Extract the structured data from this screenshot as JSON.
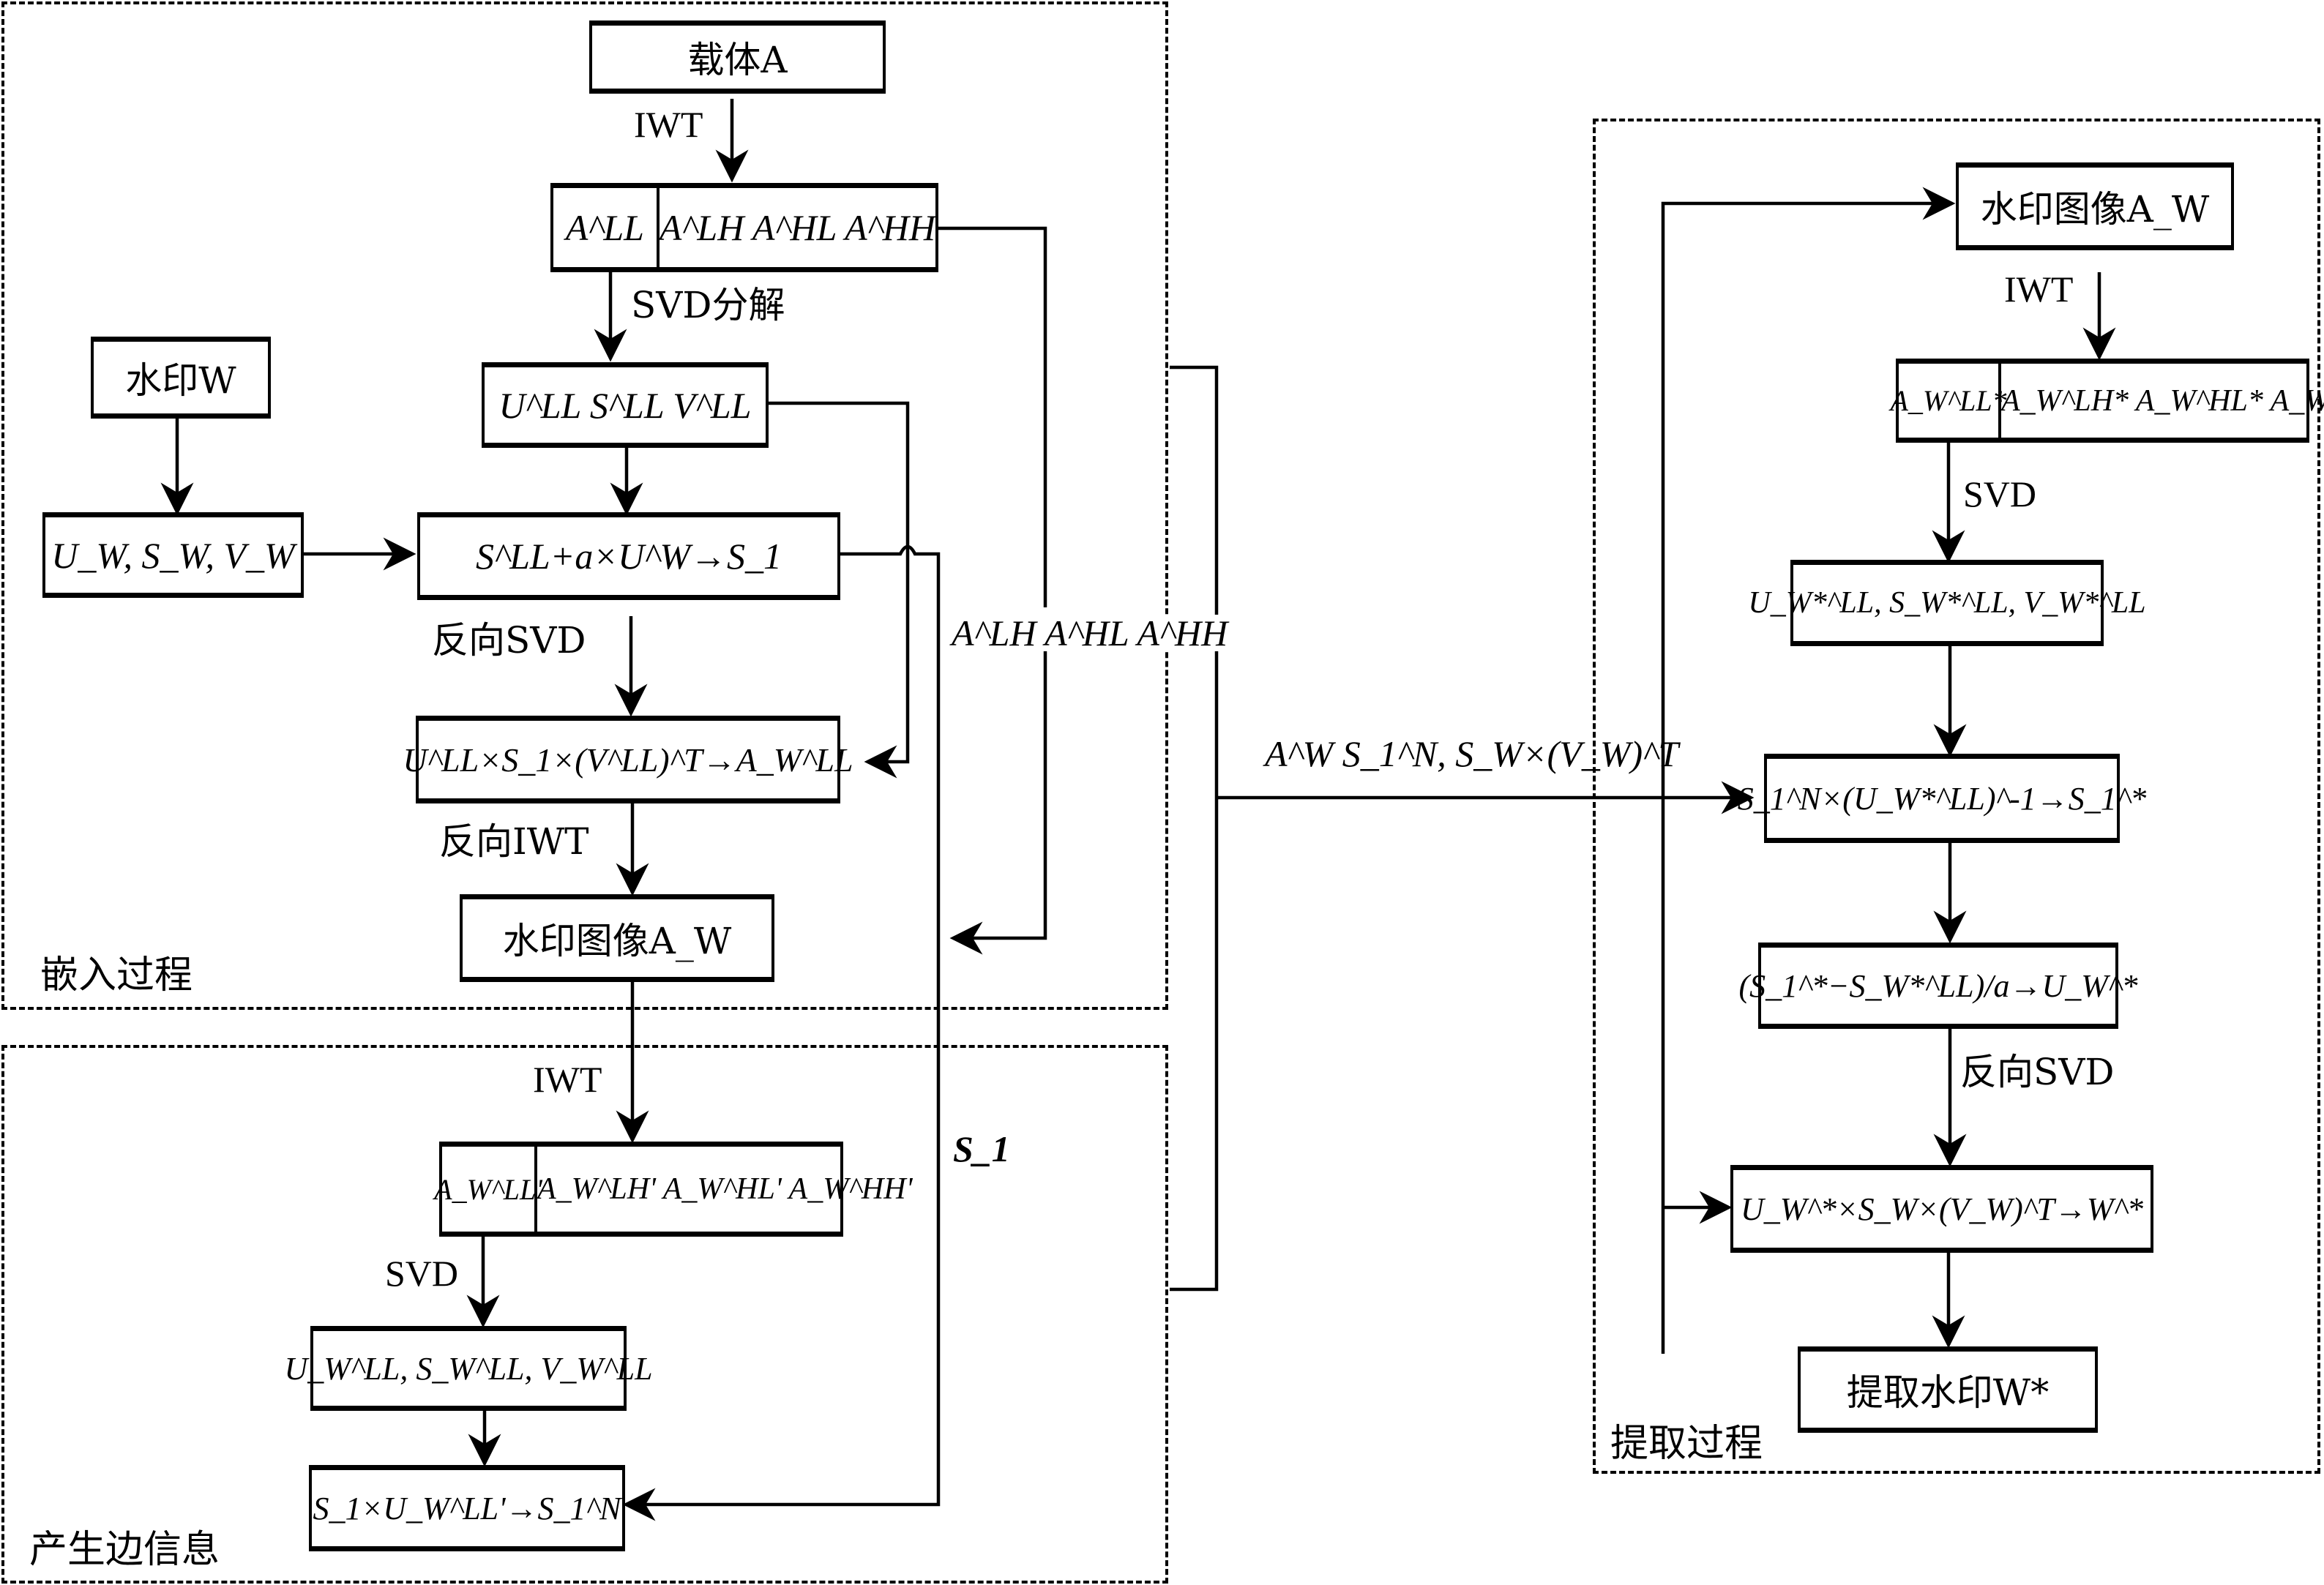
{
  "regions": {
    "embed": "嵌入过程",
    "side_info": "产生边信息",
    "extract": "提取过程"
  },
  "embed": {
    "carrier": "载体A",
    "iwt_label": "IWT",
    "subbands_ll": "A^LL",
    "subbands_rest": "A^LH A^HL A^HH",
    "svd_label": "SVD分解",
    "usv": "U^LL S^LL V^LL",
    "watermark": "水印W",
    "watermark_svd": "U_W, S_W, V_W",
    "embed_formula": "S^LL+a×U^W→S_1",
    "inv_svd_label": "反向SVD",
    "reconstruct_formula": "U^LL×S_1×(V^LL)^T→A_W^LL",
    "inv_iwt_label": "反向IWT",
    "watermarked_image": "水印图像A_W",
    "bypass_label": "A^LH A^HL A^HH"
  },
  "side_info": {
    "iwt_label": "IWT",
    "subbands_ll": "A_W^LL'",
    "subbands_rest": "A_W^LH' A_W^HL' A_W^HH'",
    "svd_label": "SVD",
    "usv": "U_W^LL, S_W^LL, V_W^LL",
    "s1_label": "S_1",
    "result_formula": "S_1×U_W^LL'→S_1^N"
  },
  "transfer_label": "A^W S_1^N, S_W×(V_W)^T",
  "extract": {
    "watermarked_image": "水印图像A_W",
    "iwt_label": "IWT",
    "subbands_ll": "A_W^LL*",
    "subbands_rest": "A_W^LH* A_W^HL* A_W^HH*",
    "svd_label": "SVD",
    "usv": "U_W*^LL, S_W*^LL, V_W*^LL",
    "s1_formula": "S_1^N×(U_W*^LL)^-1→S_1^*",
    "uw_formula": "(S_1^*−S_W*^LL)/a→U_W^*",
    "inv_svd_label": "反向SVD",
    "w_formula": "U_W^*×S_W×(V_W)^T→W^*",
    "result": "提取水印W*"
  }
}
